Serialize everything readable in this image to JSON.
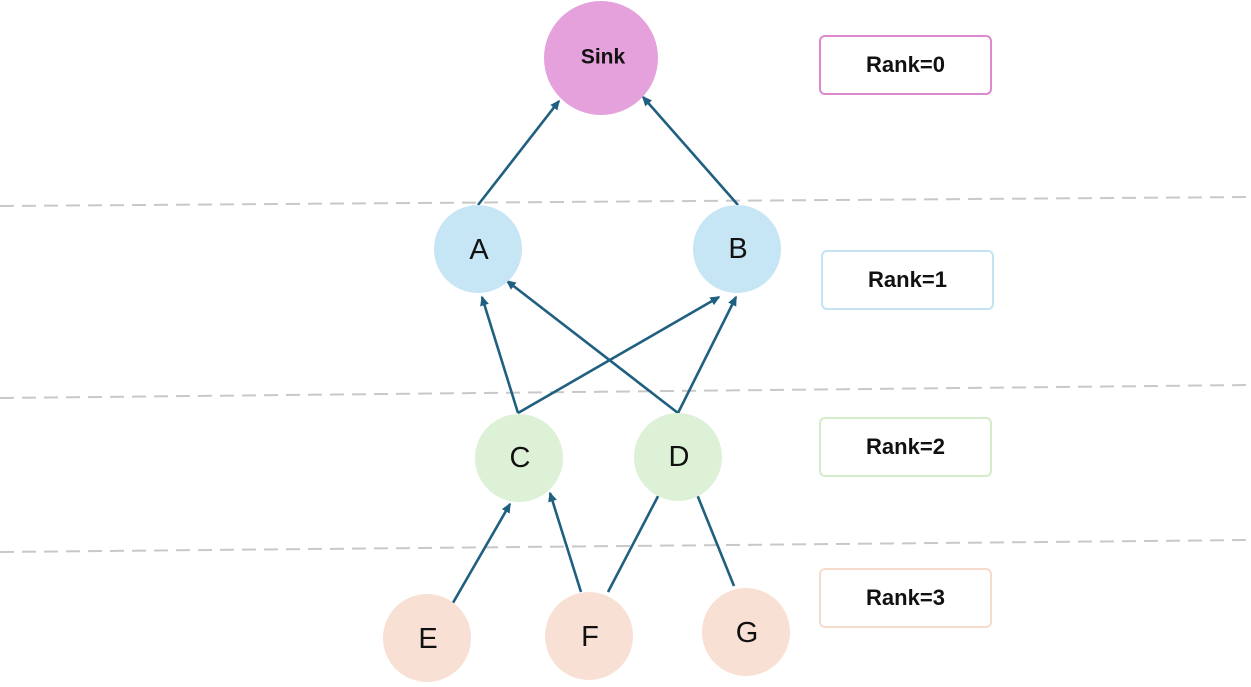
{
  "nodes": [
    {
      "id": "sink",
      "label": "Sink",
      "rank": 0,
      "color": "#e4a1dc"
    },
    {
      "id": "a",
      "label": "A",
      "rank": 1,
      "color": "#c6e5f5"
    },
    {
      "id": "b",
      "label": "B",
      "rank": 1,
      "color": "#c6e5f5"
    },
    {
      "id": "c",
      "label": "C",
      "rank": 2,
      "color": "#dcf1d5"
    },
    {
      "id": "d",
      "label": "D",
      "rank": 2,
      "color": "#dcf1d5"
    },
    {
      "id": "e",
      "label": "E",
      "rank": 3,
      "color": "#f8e0d4"
    },
    {
      "id": "f",
      "label": "F",
      "rank": 3,
      "color": "#f8e0d4"
    },
    {
      "id": "g",
      "label": "G",
      "rank": 3,
      "color": "#f8e0d4"
    }
  ],
  "edges": [
    {
      "from": "a",
      "to": "sink"
    },
    {
      "from": "b",
      "to": "sink"
    },
    {
      "from": "c",
      "to": "a"
    },
    {
      "from": "c",
      "to": "b"
    },
    {
      "from": "d",
      "to": "a"
    },
    {
      "from": "d",
      "to": "b"
    },
    {
      "from": "e",
      "to": "c"
    },
    {
      "from": "f",
      "to": "c"
    },
    {
      "from": "f",
      "to": "d"
    },
    {
      "from": "g",
      "to": "d"
    }
  ],
  "rank_labels": [
    {
      "text": "Rank=0",
      "border_color": "#dd88cf"
    },
    {
      "text": "Rank=1",
      "border_color": "#c4e4f3"
    },
    {
      "text": "Rank=2",
      "border_color": "#d4ecc9"
    },
    {
      "text": "Rank=3",
      "border_color": "#f6dccd"
    }
  ],
  "colors": {
    "edge": "#1f5f80",
    "divider": "#c8c8c8"
  }
}
